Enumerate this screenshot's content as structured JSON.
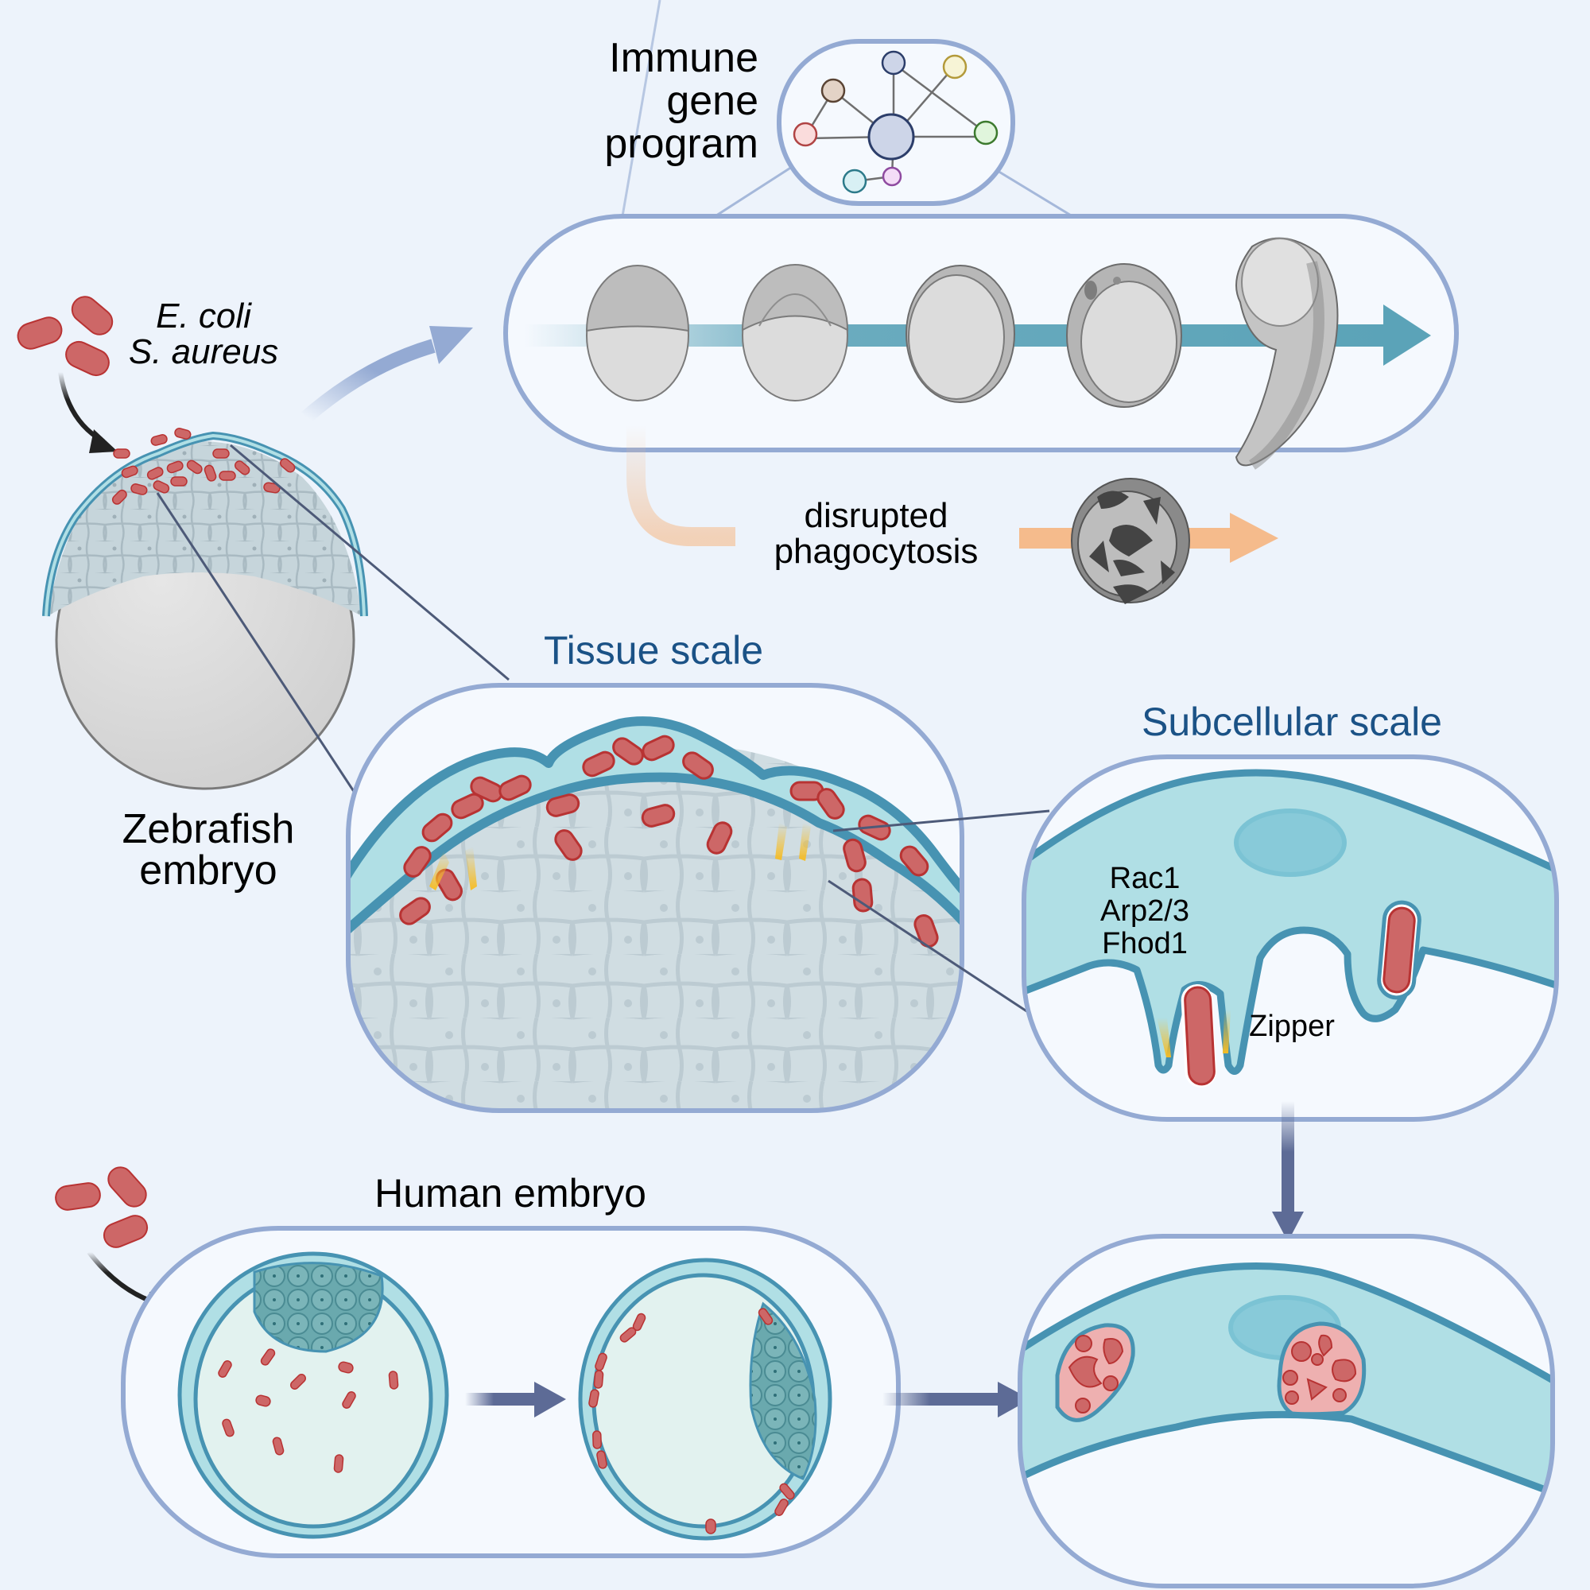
{
  "colors": {
    "background": "#edf3fb",
    "panel_border": "#94aad3",
    "panel_fill": "#f5f9fe",
    "cell_fill": "#b0dfe5",
    "cell_stroke": "#4793b2",
    "bacteria_fill": "#cd6767",
    "bacteria_stroke": "#b83333",
    "scale_title": "#1b5286",
    "dev_arrow": "#5ba3b8",
    "disrupted_arrow": "#f5bb8c",
    "flow_arrow": "#5d6b96",
    "yolk": "#d6d6d6",
    "zipper": "#f6bd26"
  },
  "pathogens": {
    "line1": "E. coli",
    "line2": "S. aureus"
  },
  "network": {
    "title_lines": [
      "Immune",
      "gene",
      "program"
    ],
    "nodes": [
      {
        "id": "hub",
        "color": "#cdd5e8",
        "stroke": "#2c3e6a"
      },
      {
        "id": "top",
        "color": "#cdd5e8",
        "stroke": "#2c3e6a"
      },
      {
        "id": "yellow",
        "color": "#f7f4d6",
        "stroke": "#b39a3a"
      },
      {
        "id": "brown",
        "color": "#e3d3c6",
        "stroke": "#5a4434"
      },
      {
        "id": "red",
        "color": "#fadcdc",
        "stroke": "#b04444"
      },
      {
        "id": "green",
        "color": "#e0f5dc",
        "stroke": "#3c7a2e"
      },
      {
        "id": "cyan",
        "color": "#d8f0f4",
        "stroke": "#2c7a8a"
      },
      {
        "id": "pink",
        "color": "#f4dcf7",
        "stroke": "#8e4aa0"
      }
    ]
  },
  "development": {
    "stages": [
      "stage-1",
      "stage-2",
      "stage-3",
      "stage-4",
      "stage-5"
    ],
    "disrupted_label_lines": [
      "disrupted",
      "phagocytosis"
    ]
  },
  "zebrafish": {
    "label_lines": [
      "Zebrafish",
      "embryo"
    ]
  },
  "tissue": {
    "title": "Tissue scale"
  },
  "subcellular": {
    "title": "Subcellular scale",
    "proteins": [
      "Rac1",
      "Arp2/3",
      "Fhod1"
    ],
    "mechanism": "Zipper"
  },
  "human": {
    "title": "Human embryo"
  }
}
